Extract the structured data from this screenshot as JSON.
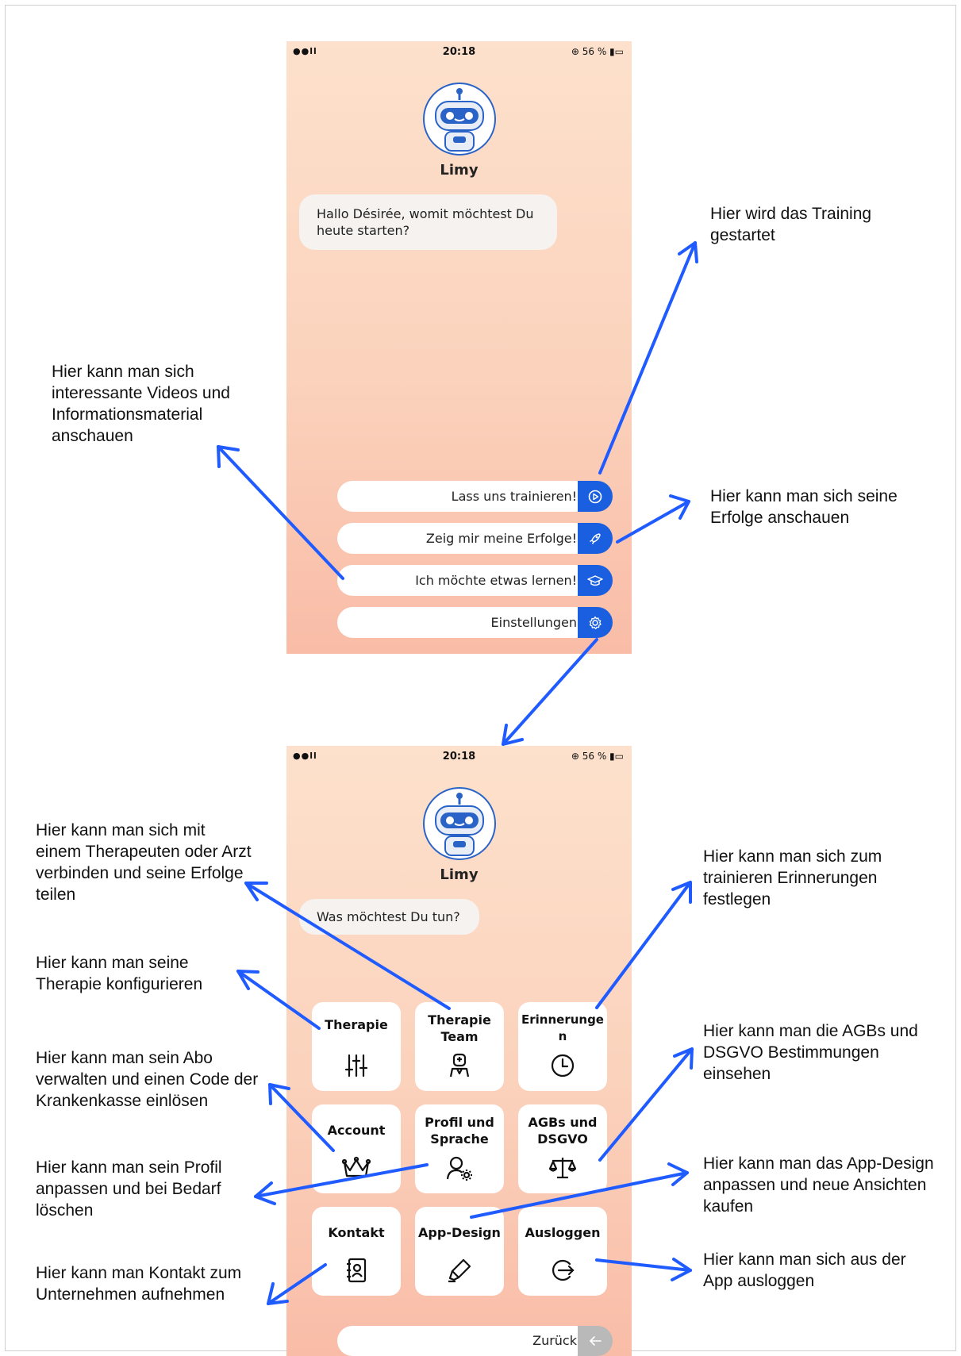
{
  "screen1": {
    "status": {
      "signal": "●●ll",
      "time": "20:18",
      "battery": "⊕ 56 % ▮▭"
    },
    "bot_name": "Limy",
    "greeting": "Hallo Désirée, womit möchtest Du heute starten?",
    "actions": [
      {
        "label": "Lass uns trainieren!",
        "icon": "play-circle-icon"
      },
      {
        "label": "Zeig mir meine Erfolge!",
        "icon": "rocket-icon"
      },
      {
        "label": "Ich möchte etwas lernen!",
        "icon": "graduation-cap-icon"
      },
      {
        "label": "Einstellungen",
        "icon": "gear-icon"
      }
    ]
  },
  "screen2": {
    "status": {
      "signal": "●●ll",
      "time": "20:18",
      "battery": "⊕ 56 % ▮▭"
    },
    "bot_name": "Limy",
    "prompt": "Was möchtest Du tun?",
    "tiles": [
      {
        "label": "Therapie",
        "icon": "sliders-icon"
      },
      {
        "label": "Therapie Team",
        "icon": "doctor-icon"
      },
      {
        "label": "Erinnerunge n",
        "icon": "clock-icon"
      },
      {
        "label": "Account",
        "icon": "crown-icon"
      },
      {
        "label": "Profil und Sprache",
        "icon": "user-settings-icon"
      },
      {
        "label": "AGBs und DSGVO",
        "icon": "scales-icon"
      },
      {
        "label": "Kontakt",
        "icon": "contact-book-icon"
      },
      {
        "label": "App-Design",
        "icon": "highlighter-icon"
      },
      {
        "label": "Ausloggen",
        "icon": "logout-icon"
      }
    ],
    "back_label": "Zurück",
    "back_icon": "arrow-left-icon"
  },
  "annotations": {
    "training": "Hier wird das Training gestartet",
    "videos": "Hier kann man sich interessante Videos und Informationsmaterial anschauen",
    "erfolge": "Hier kann man sich seine Erfolge anschauen",
    "team": "Hier kann man sich mit einem Therapeuten oder Arzt verbinden und seine Erfolge teilen",
    "erinnerungen": "Hier kann man sich zum trainieren Erinnerungen festlegen",
    "therapie": "Hier kann man seine Therapie konfigurieren",
    "agb": "Hier kann man die AGBs und DSGVO Bestimmungen einsehen",
    "abo": "Hier kann man sein Abo verwalten und einen Code der Krankenkasse einlösen",
    "design": "Hier kann man das App-Design anpassen und neue Ansichten kaufen",
    "profil": "Hier kann man sein Profil anpassen und bei Bedarf löschen",
    "logout": "Hier kann man sich aus der App ausloggen",
    "kontakt": "Hier kann man Kontakt zum Unternehmen aufnehmen"
  },
  "colors": {
    "accent": "#1a5fe0",
    "arrow": "#1f5bff",
    "gradient_top": "#fde1cc",
    "gradient_bottom": "#f9bca7"
  }
}
